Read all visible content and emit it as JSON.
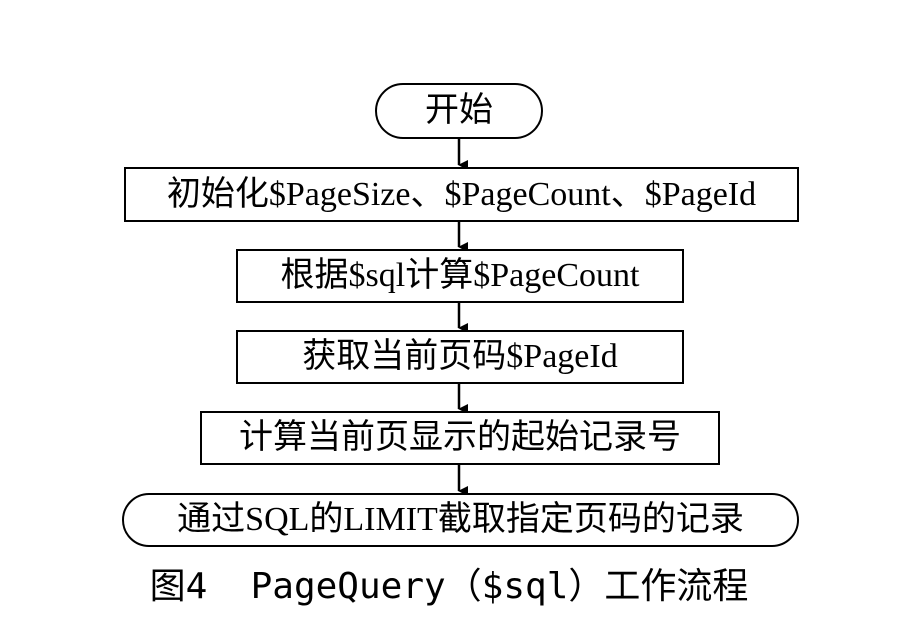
{
  "flowchart": {
    "steps": {
      "start": "开始",
      "init": "初始化$PageSize、$PageCount、$PageId",
      "calc_count": "根据$sql计算$PageCount",
      "get_id": "获取当前页码$PageId",
      "calc_start": "计算当前页显示的起始记录号",
      "limit": "通过SQL的LIMIT截取指定页码的记录"
    },
    "caption": "图4  PageQuery（$sql）工作流程"
  }
}
